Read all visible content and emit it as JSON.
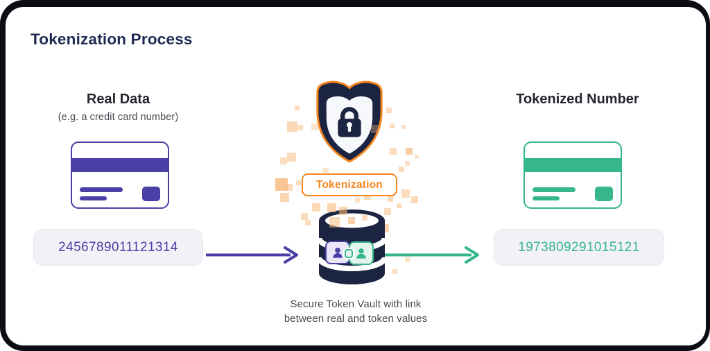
{
  "title": "Tokenization Process",
  "left": {
    "heading": "Real Data",
    "subheading": "(e.g. a credit card number)",
    "number": "2456789011121314"
  },
  "center": {
    "badge_label": "Tokenization",
    "caption_lines": [
      "Secure Token Vault with link",
      "between real and token values"
    ]
  },
  "right": {
    "heading": "Tokenized Number",
    "number": "1973809291015121"
  },
  "colors": {
    "navy": "#1b2440",
    "title": "#1e2a52",
    "heading": "#23262e",
    "purple": "#4a3fa5",
    "green": "#35b68c",
    "orange": "#f5861f",
    "confetti": "#f8b97c",
    "boxbg": "#f1f1f7",
    "gray": "#45484e",
    "purplelight": "#e9e6f8",
    "greenlight": "#e3f5ec"
  }
}
